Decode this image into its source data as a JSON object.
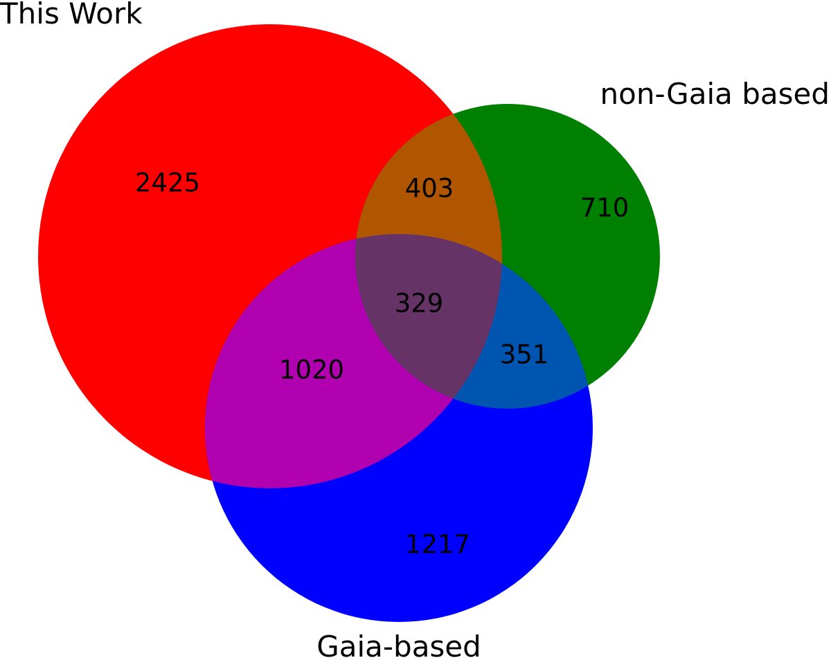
{
  "venn": {
    "sets": [
      {
        "id": "A",
        "label": "This Work",
        "color": "#ff0000"
      },
      {
        "id": "B",
        "label": "non-Gaia based",
        "color": "#008000"
      },
      {
        "id": "C",
        "label": "Gaia-based",
        "color": "#0000ff"
      }
    ],
    "regions": {
      "this_work_only": "2425",
      "non_gaia_only": "710",
      "gaia_only": "1217",
      "this_work_and_non_gaia": "403",
      "this_work_and_gaia": "1020",
      "non_gaia_and_gaia": "351",
      "all_three": "329"
    },
    "region_colors": {
      "this_work_and_non_gaia": "#b05500",
      "this_work_and_gaia": "#b000b0",
      "non_gaia_and_gaia": "#0055b0",
      "all_three": "#663366"
    }
  }
}
